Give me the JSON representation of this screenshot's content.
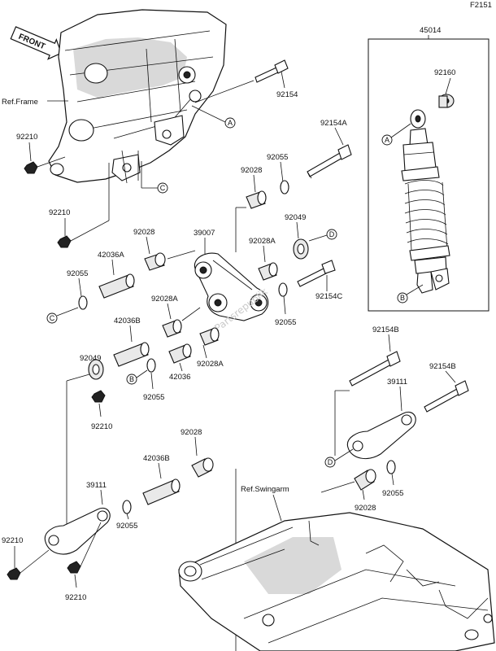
{
  "page_code": "F2151",
  "front_label": "FRONT",
  "watermark": "Partsrepublik",
  "refs": {
    "frame": "Ref.Frame",
    "swingarm": "Ref.Swingarm"
  },
  "callouts": {
    "a": "A",
    "b": "B",
    "c": "C",
    "d": "D"
  },
  "shock_group_label": "45014",
  "parts": {
    "p92154_top": "92154",
    "p92210_a": "92210",
    "p92210_b": "92210",
    "p92154A": "92154A",
    "p92055_a": "92055",
    "p92028_a": "92028",
    "p92028_b": "92028",
    "p39007": "39007",
    "p92049_a": "92049",
    "p92028A_a": "92028A",
    "p42036A": "42036A",
    "p92055_b": "92055",
    "p92154C": "92154C",
    "p92028A_b": "92028A",
    "p42036B_a": "42036B",
    "p92055_c": "92055",
    "p92049_b": "92049",
    "p42036": "42036",
    "p92028A_c": "92028A",
    "p92055_d": "92055",
    "p92210_c": "92210",
    "p92160": "92160",
    "p92154B_a": "92154B",
    "p92154B_b": "92154B",
    "p39111_a": "39111",
    "p92055_e": "92055",
    "p92028_c": "92028",
    "p92028_d": "92028",
    "p42036B_b": "42036B",
    "p39111_b": "39111",
    "p92055_f": "92055",
    "p92210_d": "92210",
    "p92210_e": "92210"
  }
}
